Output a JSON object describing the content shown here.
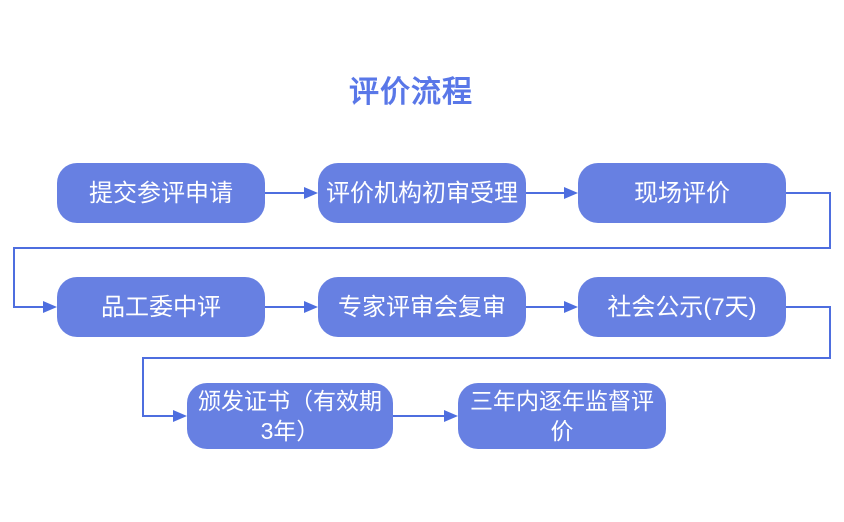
{
  "title": "评价流程",
  "colors": {
    "title": "#5977E8",
    "node_fill": "#6780E2",
    "node_text": "#FFFFFF",
    "connector": "#4E6EDF",
    "background": "#FFFFFF"
  },
  "nodes": [
    {
      "name": "submit-application",
      "lines": [
        "提交参评申请"
      ]
    },
    {
      "name": "agency-initial-review",
      "lines": [
        "评价机构初审受理"
      ]
    },
    {
      "name": "onsite-evaluation",
      "lines": [
        "现场评价"
      ]
    },
    {
      "name": "committee-mid-review",
      "lines": [
        "品工委中评"
      ]
    },
    {
      "name": "expert-panel-rereview",
      "lines": [
        "专家评审会复审"
      ]
    },
    {
      "name": "public-announcement",
      "lines": [
        "社会公示(7天)"
      ]
    },
    {
      "name": "issue-certificate",
      "lines": [
        "颁发证书（有效期",
        "3年）"
      ]
    },
    {
      "name": "annual-supervision",
      "lines": [
        "三年内逐年监督评",
        "价"
      ]
    }
  ],
  "edges": [
    {
      "from": "提交参评申请",
      "to": "评价机构初审受理"
    },
    {
      "from": "评价机构初审受理",
      "to": "现场评价"
    },
    {
      "from": "现场评价",
      "to": "品工委中评"
    },
    {
      "from": "品工委中评",
      "to": "专家评审会复审"
    },
    {
      "from": "专家评审会复审",
      "to": "社会公示(7天)"
    },
    {
      "from": "社会公示(7天)",
      "to": "颁发证书（有效期3年）"
    },
    {
      "from": "颁发证书（有效期3年）",
      "to": "三年内逐年监督评价"
    }
  ]
}
